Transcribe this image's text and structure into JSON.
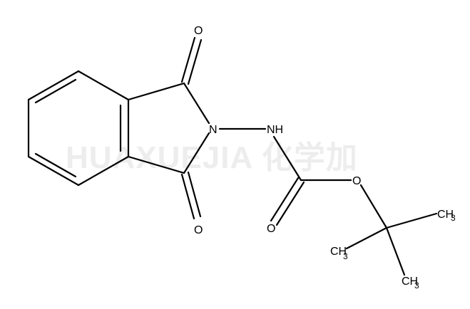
{
  "watermark": "HUAXUEJIA 化学加",
  "atoms": {
    "o_top": "O",
    "o_bottom": "O",
    "o_carbonyl": "O",
    "o_ester": "O",
    "n_ring": "N",
    "nh": "NH",
    "ch3_right_main": "CH",
    "ch3_right_sub": "3",
    "ch3_left_main": "CH",
    "ch3_left_sub": "3",
    "ch3_bottom_main": "CH",
    "ch3_bottom_sub": "3"
  },
  "colors": {
    "bond": "#000000",
    "background": "#ffffff"
  }
}
